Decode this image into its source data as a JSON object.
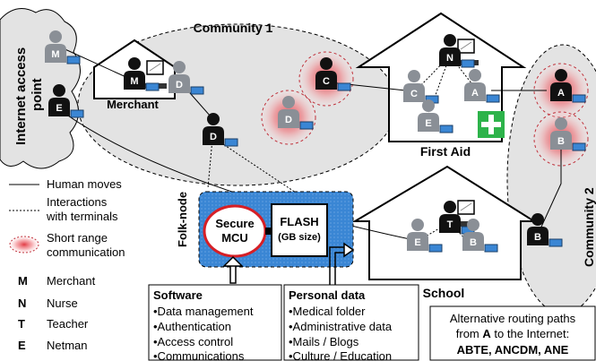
{
  "titles": {
    "community1": "Community 1",
    "community2": "Community 2",
    "internet_access_point_line1": "Internet access",
    "internet_access_point_line2": "point",
    "merchant_place": "Merchant",
    "first_aid": "First Aid",
    "school": "School",
    "folk_node": "Folk-node"
  },
  "device": {
    "secure_mcu_line1": "Secure",
    "secure_mcu_line2": "MCU",
    "flash_line1": "FLASH",
    "flash_line2": "(GB size)"
  },
  "legend": {
    "human_moves": "Human moves",
    "interactions_line1": "Interactions",
    "interactions_line2": "with terminals",
    "short_range_line1": "Short range",
    "short_range_line2": "communication",
    "roles": [
      {
        "key": "M",
        "label": "Merchant"
      },
      {
        "key": "N",
        "label": "Nurse"
      },
      {
        "key": "T",
        "label": "Teacher"
      },
      {
        "key": "E",
        "label": "Netman"
      }
    ]
  },
  "software": {
    "title": "Software",
    "items": [
      "•Data management",
      "•Authentication",
      "•Access control",
      "•Communications"
    ]
  },
  "personal_data": {
    "title": "Personal data",
    "items": [
      "•Medical folder",
      "•Administrative data",
      "•Mails / Blogs",
      "•Culture / Education"
    ]
  },
  "routing": {
    "line1": "Alternative routing paths",
    "line2_pre": "from ",
    "line2_bold": "A",
    "line2_post": " to the Internet:",
    "line3": "ABTE, ANCDM, ANE"
  },
  "people": [
    {
      "id": "M1",
      "letter": "M"
    },
    {
      "id": "E1",
      "letter": "E"
    },
    {
      "id": "M2",
      "letter": "M"
    },
    {
      "id": "D1",
      "letter": "D"
    },
    {
      "id": "D2",
      "letter": "D"
    },
    {
      "id": "D3",
      "letter": "D"
    },
    {
      "id": "C1",
      "letter": "C"
    },
    {
      "id": "C2",
      "letter": "C"
    },
    {
      "id": "N1",
      "letter": "N"
    },
    {
      "id": "A1",
      "letter": "A"
    },
    {
      "id": "E2",
      "letter": "E"
    },
    {
      "id": "A2",
      "letter": "A"
    },
    {
      "id": "B1",
      "letter": "B"
    },
    {
      "id": "B2",
      "letter": "B"
    },
    {
      "id": "T1",
      "letter": "T"
    },
    {
      "id": "E3",
      "letter": "E"
    },
    {
      "id": "B3",
      "letter": "B"
    }
  ],
  "colors": {
    "black_person": "#111111",
    "gray_person": "#8a8f96",
    "chip_blue": "#3a86d4",
    "ellipse_gray": "#e3e3e3",
    "glow_red": "#e0303a",
    "cross_green": "#2db34a"
  }
}
